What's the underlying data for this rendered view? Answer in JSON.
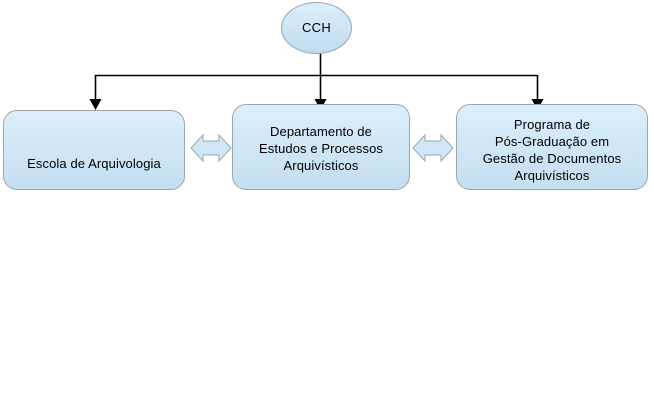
{
  "diagram": {
    "type": "organizational-chart",
    "background_color": "#ffffff",
    "node_fill_top": "#ddeffa",
    "node_fill_bottom": "#c4def0",
    "node_border_color": "#9aa7ad",
    "connector_color": "#000000",
    "root": {
      "id": "cch",
      "label": "CCH",
      "shape": "ellipse"
    },
    "children": [
      {
        "id": "escola",
        "label": "Escola de Arquivologia",
        "shape": "rounded-rectangle"
      },
      {
        "id": "departamento",
        "label": "Departamento de\nEstudos e Processos\nArquivísticos",
        "shape": "rounded-rectangle"
      },
      {
        "id": "programa",
        "label": "Programa de\nPós-Graduação em\nGestão de Documentos\nArquivísticos",
        "shape": "rounded-rectangle"
      }
    ],
    "connectors": [
      {
        "id": "cch-to-children",
        "from": "cch",
        "to": [
          "escola",
          "departamento",
          "programa"
        ],
        "style": "orthogonal-bus",
        "arrowheads": "single"
      },
      {
        "id": "escola-departamento",
        "from": "escola",
        "to": "departamento",
        "style": "double-arrow",
        "arrowheads": "both"
      },
      {
        "id": "departamento-programa",
        "from": "departamento",
        "to": "programa",
        "style": "double-arrow",
        "arrowheads": "both"
      }
    ]
  }
}
